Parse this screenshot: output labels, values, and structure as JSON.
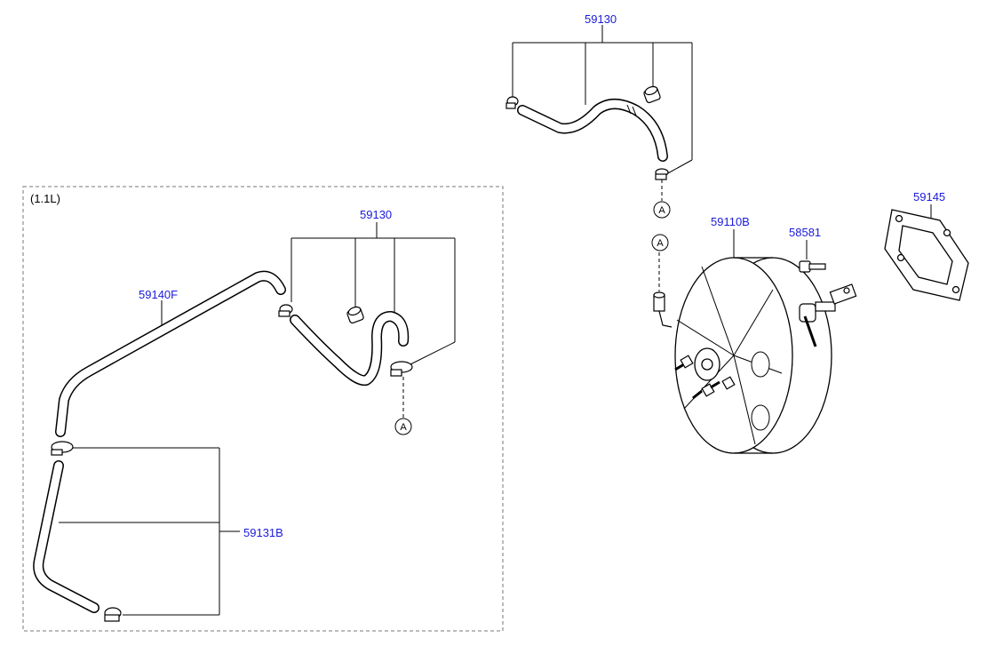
{
  "diagram": {
    "variant_note": "(1.1L)",
    "ref_marker": "A",
    "label_color": "#1a1adc",
    "parts": {
      "hose_top": "59130",
      "hose_inset": "59130",
      "hose_long": "59140F",
      "hose_lower": "59131B",
      "booster": "59110B",
      "bolt": "58581",
      "gasket": "59145"
    }
  }
}
